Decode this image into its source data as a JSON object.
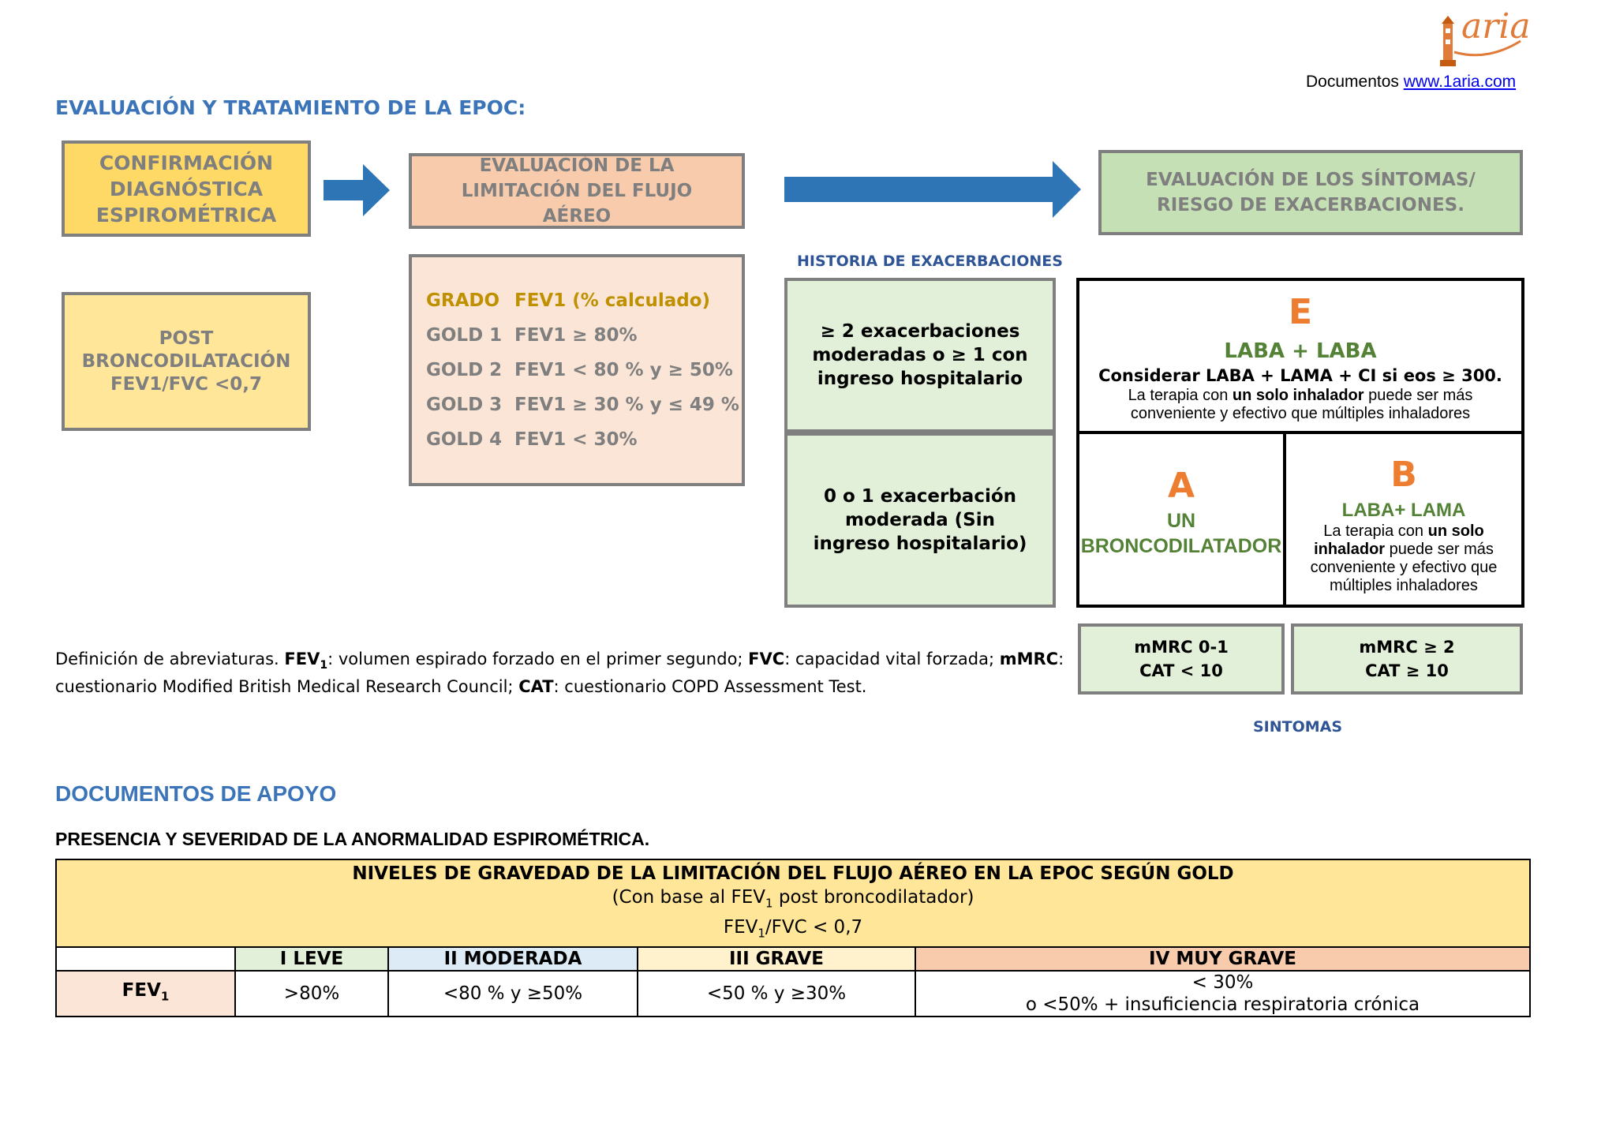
{
  "header": {
    "logo_text": "aria",
    "docs_prefix": "Documentos",
    "docs_link": "www.1aria.com"
  },
  "title": "EVALUACIÓN Y TRATAMIENTO DE LA EPOC:",
  "flow": {
    "confirm_box": "CONFIRMACIÓN DIAGNÓSTICA ESPIROMÉTRICA",
    "limit_box": "EVALUACIÓN DE LA LIMITACIÓN DEL FLUJO AÉREO",
    "symptoms_box": "EVALUACIÓN DE LOS SÍNTOMAS/ RIESGO DE EXACERBACIONES."
  },
  "post_box": {
    "line1": "POST",
    "line2": "BRONCODILATACIÓN",
    "line3": "FEV1/FVC <0,7"
  },
  "gold_box": {
    "header_grade": "GRADO",
    "header_fev": "FEV1 (% calculado)",
    "rows": [
      {
        "grade": "GOLD 1",
        "fev": "FEV1 ≥ 80%"
      },
      {
        "grade": "GOLD 2",
        "fev": "FEV1 < 80 % y ≥ 50%"
      },
      {
        "grade": "GOLD 3",
        "fev": "FEV1 ≥ 30 % y ≤ 49 %"
      },
      {
        "grade": "GOLD 4",
        "fev": "FEV1 < 30%"
      }
    ]
  },
  "exacerbations": {
    "label": "HISTORIA DE EXACERBACIONES",
    "high": "≥ 2 exacerbaciones moderadas o ≥ 1 con ingreso hospitalario",
    "low": "0 o 1 exacerbación moderada (Sin ingreso hospitalario)"
  },
  "group_e": {
    "letter": "E",
    "therapy": "LABA + LABA",
    "consider": "Considerar LABA + LAMA + CI si eos ≥ 300.",
    "note_pre": "La terapia con ",
    "note_bold": "un solo inhalador",
    "note_post": " puede ser más conveniente y efectivo que múltiples inhaladores"
  },
  "group_a": {
    "letter": "A",
    "line1": "UN",
    "line2": "BRONCODILATADOR"
  },
  "group_b": {
    "letter": "B",
    "therapy": "LABA+ LAMA",
    "note_pre": "La terapia con ",
    "note_bold1": "un solo",
    "note_bold2": "inhalador",
    "note_post": " puede ser más conveniente y efectivo que múltiples inhaladores"
  },
  "symptom_boxes": {
    "low_l1": "mMRC 0-1",
    "low_l2": "CAT < 10",
    "high_l1": "mMRC ≥ 2",
    "high_l2": "CAT ≥ 10",
    "label": "SINTOMAS"
  },
  "abbrev": {
    "t1": "Definición de abreviaturas. ",
    "b1": "FEV",
    "sub1": "1",
    "t2": ": volumen espirado forzado en el primer segundo; ",
    "b2": "FVC",
    "t3": ": capacidad vital forzada; ",
    "b3": "mMRC",
    "t4": ": cuestionario Modified British Medical Research Council; ",
    "b4": "CAT",
    "t5": ": cuestionario COPD Assessment Test."
  },
  "support": {
    "title": "DOCUMENTOS DE APOYO",
    "subtitle": "PRESENCIA Y SEVERIDAD DE LA ANORMALIDAD ESPIROMÉTRICA."
  },
  "severity_table": {
    "title": "NIVELES DE GRAVEDAD DE LA LIMITACIÓN DEL FLUJO AÉREO EN LA EPOC SEGÚN GOLD",
    "sub1_pre": "(Con base al FEV",
    "sub1_sub": "1",
    "sub1_post": " post broncodilatador)",
    "sub2_pre": "FEV",
    "sub2_sub": "1",
    "sub2_post": "/FVC < 0,7",
    "levels": [
      "I LEVE",
      "II MODERADA",
      "III GRAVE",
      "IV MUY GRAVE"
    ],
    "row_label": "FEV",
    "row_label_sub": "1",
    "values": [
      ">80%",
      "<80 % y ≥50%",
      "<50 % y ≥30%"
    ],
    "last_value_l1": "< 30%",
    "last_value_l2": "o <50% + insuficiencia respiratoria crónica"
  },
  "colors": {
    "heading_blue": "#3b74b8",
    "arrow_blue": "#2e75b6",
    "orange": "#ed7d31",
    "green": "#538135",
    "gold_text": "#bf9000"
  }
}
